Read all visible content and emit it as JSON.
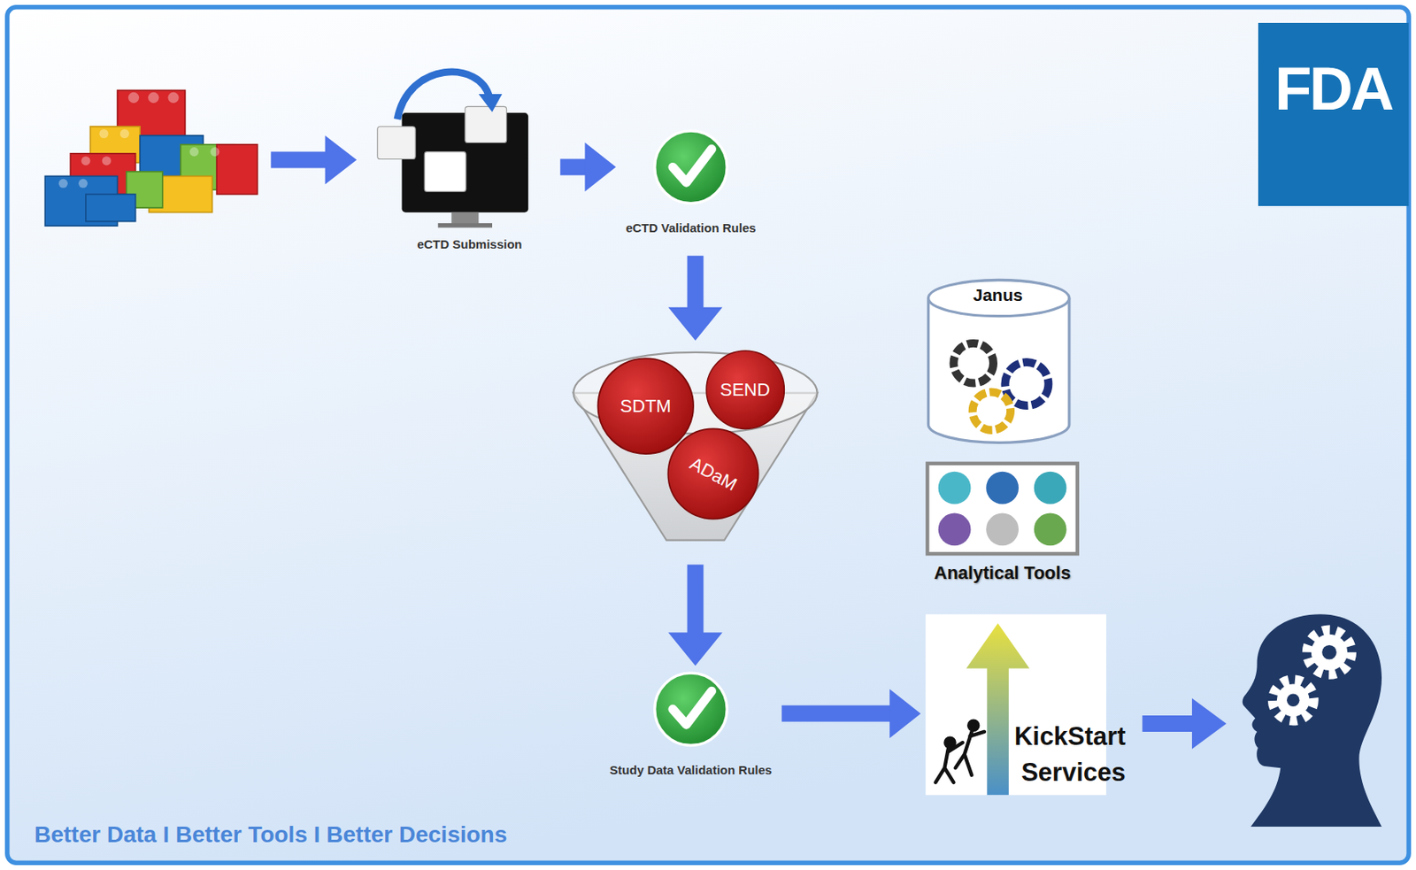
{
  "diagram": {
    "nodes": [
      {
        "text": [
          "FDA"
        ]
      },
      {
        "text": [
          "eCTD Submission"
        ]
      },
      {
        "text": [
          "eCTD Validation Rules"
        ]
      },
      {
        "text": [
          "Janus"
        ]
      },
      {
        "text": [
          "SDTM"
        ]
      },
      {
        "text": [
          "SEND"
        ]
      },
      {
        "text": [
          "ADaM"
        ]
      },
      {
        "text": [
          "Analytical Tools"
        ]
      },
      {
        "text": [
          "Study Data Validation Rules"
        ]
      },
      {
        "text": [
          "KickStart Services"
        ]
      }
    ],
    "edges": [
      {
        "from": 1,
        "to": 2,
        "arrow": "to"
      },
      {
        "from": 8,
        "to": 9,
        "arrow": "to"
      }
    ],
    "labels": [
      "Better Data I Better Tools I Better Decisions"
    ]
  }
}
